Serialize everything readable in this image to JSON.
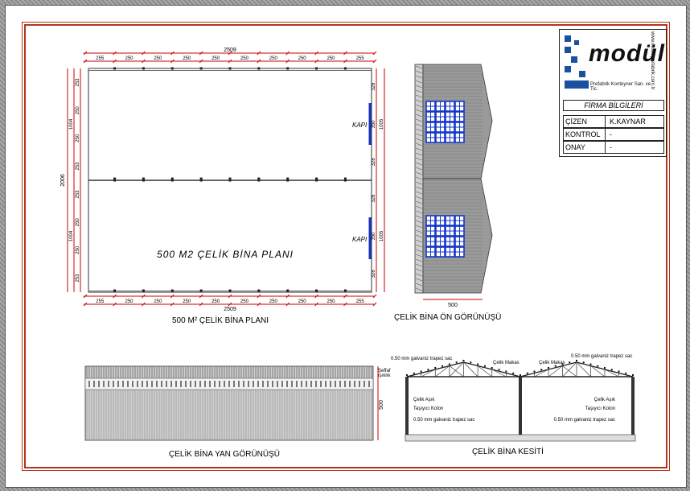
{
  "titleblock": {
    "logo_text": "modül",
    "company": "Prefabrik Konteyner San. ve Tic.",
    "website": "www.modulprefabrik.com.tr",
    "info_header": "FİRMA BİLGİLERİ",
    "rows": [
      {
        "key": "ÇİZEN",
        "value": "K.KAYNAR"
      },
      {
        "key": "KONTROL",
        "value": "-"
      },
      {
        "key": "ONAY",
        "value": "-"
      }
    ]
  },
  "plan": {
    "caption": "500 M² ÇELİK BİNA PLANI",
    "inner_title": "500 M2 ÇELİK BİNA PLANI",
    "top_total": "2509",
    "bottom_total": "2509",
    "segments": [
      "255",
      "250",
      "250",
      "250",
      "250",
      "250",
      "250",
      "250",
      "250",
      "255"
    ],
    "left_total": "2006",
    "left_halves": [
      "1004",
      "1004"
    ],
    "left_segments_top": [
      "253",
      "250",
      "250",
      "253"
    ],
    "left_segments_bottom": [
      "253",
      "250",
      "250",
      "253"
    ],
    "right_segments_top": [
      "328",
      "350",
      "328"
    ],
    "right_segments_bottom": [
      "328",
      "350",
      "328"
    ],
    "right_halves": [
      "1005",
      "1005"
    ],
    "door_label": "KAPI"
  },
  "front": {
    "caption": "ÇELİK BİNA ÖN GÖRÜNÜŞÜ",
    "width_dim": "500"
  },
  "side": {
    "caption": "ÇELİK BİNA YAN GÖRÜNÜŞÜ",
    "height_dim": "500",
    "skylight_label_1": "Şeffaf",
    "skylight_label_2": "ışıklık"
  },
  "section": {
    "caption": "ÇELİK BİNA KESİTİ",
    "roof_sheet_left": "0.50 mm galvaniz trapez sac",
    "roof_sheet_right": "0.50 mm galvaniz trapez sac",
    "truss_left": "Çelik Makas",
    "truss_right": "Çelik Makas",
    "purlin": "Çelik Aşık",
    "column": "Taşıyıcı Kolon",
    "wall_sheet": "0.50 mm galvaniz trapez sac"
  }
}
